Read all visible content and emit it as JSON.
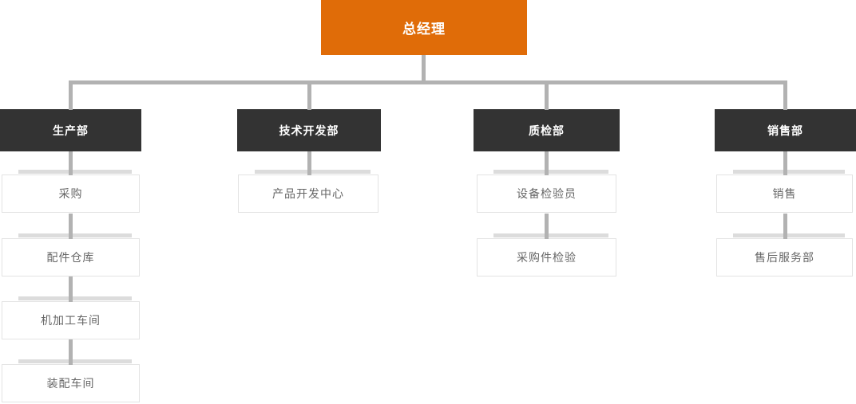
{
  "root": {
    "label": "总经理"
  },
  "columns": [
    {
      "dept": "生产部",
      "children": [
        "采购",
        "配件仓库",
        "机加工车间",
        "装配车间"
      ]
    },
    {
      "dept": "技术开发部",
      "children": [
        "产品开发中心"
      ]
    },
    {
      "dept": "质检部",
      "children": [
        "设备检验员",
        "采购件检验"
      ]
    },
    {
      "dept": "销售部",
      "children": [
        "销售",
        "售后服务部"
      ]
    }
  ],
  "colors": {
    "root_bg": "#e06c08",
    "dept_bg": "#333333",
    "connector": "#b2b2b2",
    "child_border": "#e3e3e3",
    "child_text": "#666666",
    "accent_bar": "#dcdcdc"
  }
}
